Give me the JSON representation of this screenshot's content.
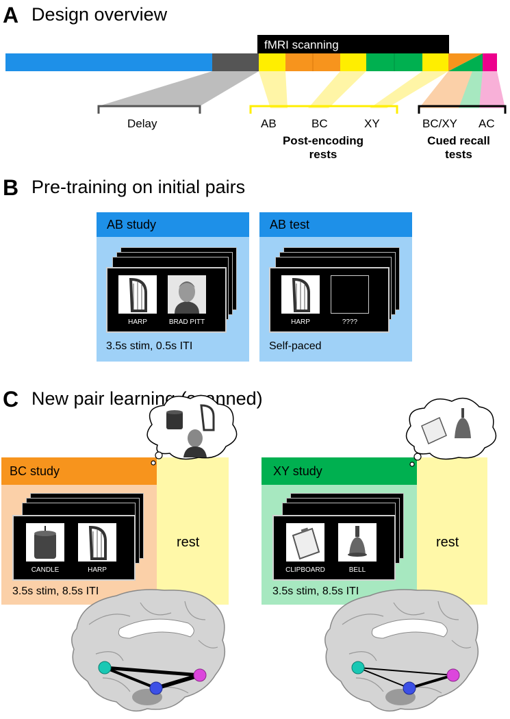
{
  "panels": {
    "a": {
      "letter": "A",
      "title": "Design overview"
    },
    "b": {
      "letter": "B",
      "title": "Pre-training on initial pairs"
    },
    "c": {
      "letter": "C",
      "title": "New pair learning (scanned)"
    }
  },
  "timeline": {
    "scanning_label": "fMRI scanning",
    "delay_label": "Delay",
    "rest_labels": [
      "AB",
      "BC",
      "XY"
    ],
    "post_encoding_label": "Post-encoding\nrests",
    "test_labels": [
      "BC/XY",
      "AC"
    ],
    "cued_recall_label": "Cued recall\ntests",
    "colors": {
      "pretraining": "#1e90e8",
      "delay": "#555555",
      "scanning": "#000000",
      "rest": "#ffee00",
      "bc_study": "#f7941d",
      "xy_study": "#00b050",
      "ac_test": "#ec008c"
    }
  },
  "pretraining": {
    "ab_study": {
      "title": "AB study",
      "items": [
        {
          "label": "HARP",
          "icon": "harp-icon"
        },
        {
          "label": "BRAD PITT",
          "icon": "face-icon"
        }
      ],
      "timing": "3.5s stim, 0.5s ITI"
    },
    "ab_test": {
      "title": "AB test",
      "items": [
        {
          "label": "HARP",
          "icon": "harp-icon"
        },
        {
          "label": "????",
          "icon": ""
        }
      ],
      "timing": "Self-paced"
    }
  },
  "new_pairs": {
    "bc_study": {
      "title": "BC study",
      "items": [
        {
          "label": "CANDLE",
          "icon": "candle-icon"
        },
        {
          "label": "HARP",
          "icon": "harp-icon"
        }
      ],
      "timing": "3.5s stim,  8.5s ITI",
      "rest": "rest",
      "thought_icons": [
        "candle-icon",
        "harp-icon",
        "face-icon"
      ]
    },
    "xy_study": {
      "title": "XY study",
      "items": [
        {
          "label": "CLIPBOARD",
          "icon": "clipboard-icon"
        },
        {
          "label": "BELL",
          "icon": "bell-icon"
        }
      ],
      "timing": "3.5s stim,  8.5s ITI",
      "rest": "rest",
      "thought_icons": [
        "clipboard-icon",
        "bell-icon"
      ]
    }
  },
  "brain_nodes": {
    "colors": {
      "cyan": "#19c8b4",
      "blue": "#3c50e6",
      "magenta": "#dc46dc"
    }
  }
}
